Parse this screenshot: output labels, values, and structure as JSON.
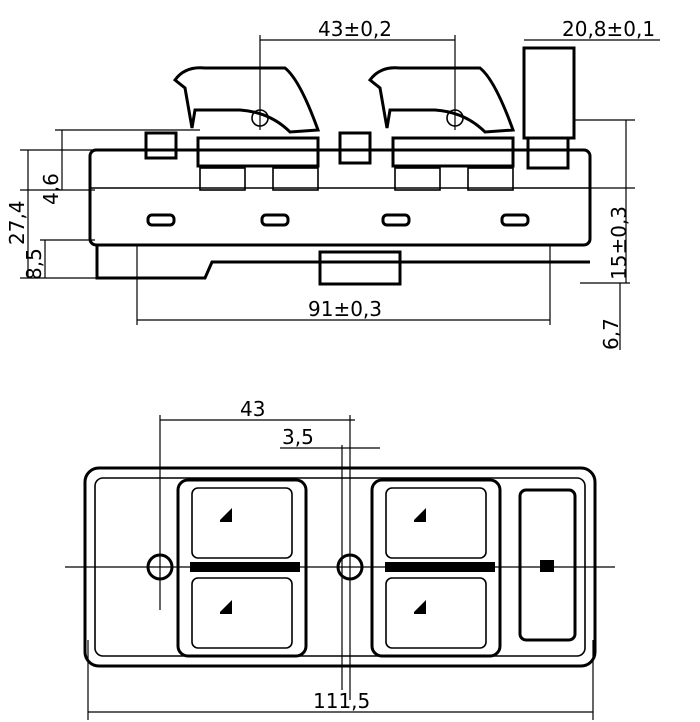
{
  "title": "Window switch dimensional drawing",
  "side_view": {
    "dims": {
      "pitch": "43±0,2",
      "button_width": "20,8±0,1",
      "total_height": "27,4",
      "top_offset": "4,6",
      "bottom_step": "8,5",
      "body_length": "91±0,3",
      "right_height": "15±0,3",
      "foot_height": "6,7"
    }
  },
  "top_view": {
    "dims": {
      "pitch": "43",
      "gap": "3,5",
      "overall_length": "111,5"
    }
  }
}
